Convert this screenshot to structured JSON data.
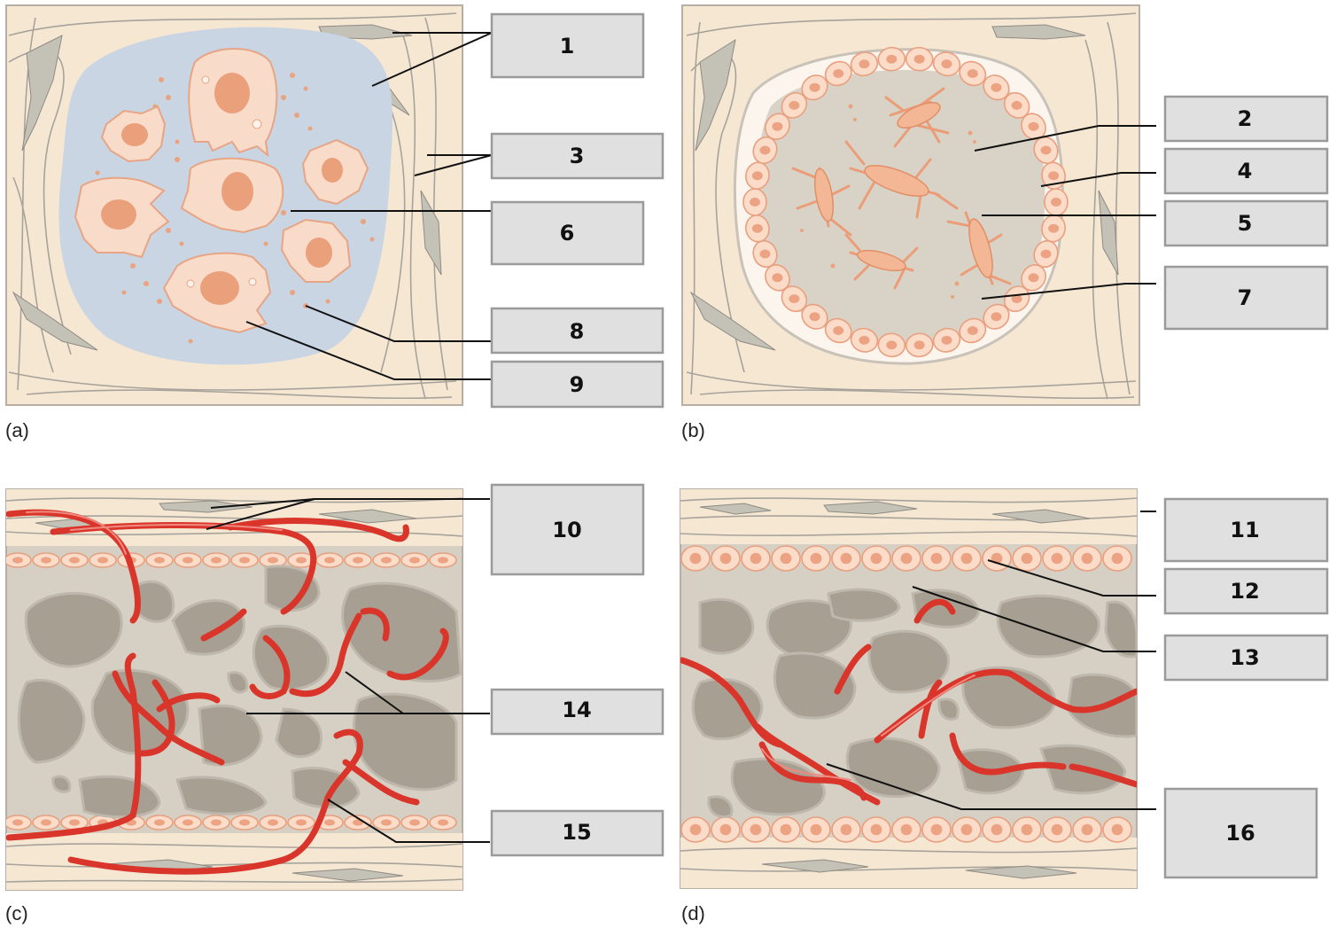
{
  "panels": [
    {
      "id": "a",
      "letter": "(a)"
    },
    {
      "id": "b",
      "letter": "(b)"
    },
    {
      "id": "c",
      "letter": "(c)"
    },
    {
      "id": "d",
      "letter": "(d)"
    }
  ],
  "labels": [
    "1",
    "2",
    "3",
    "4",
    "5",
    "6",
    "7",
    "8",
    "9",
    "10",
    "11",
    "12",
    "13",
    "14",
    "15",
    "16"
  ],
  "colors": {
    "tissue": "#f6e7d3",
    "blue_mesenchyme": "#c9d5e3",
    "cell": "#f8dcc9",
    "cell_outline": "#e7a585",
    "vessel": "#d9352b",
    "bone": "#d6d0c4",
    "label_box": "#e0e0e0"
  }
}
